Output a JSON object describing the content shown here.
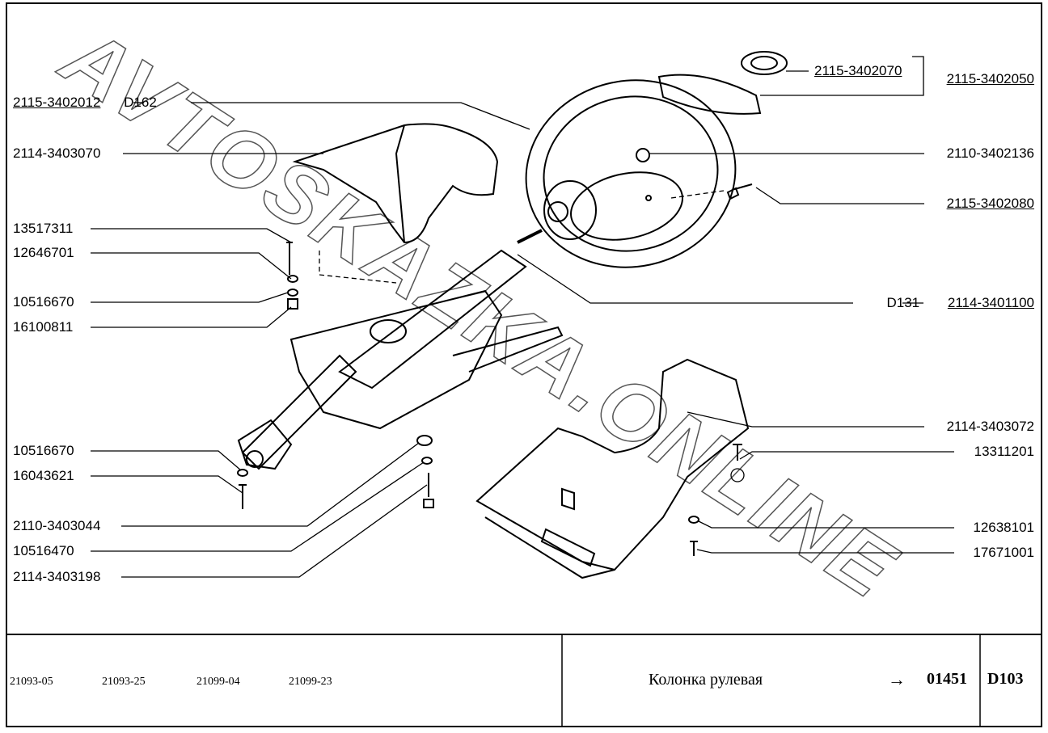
{
  "watermark": "AVTOSKAZKA.ONLINE",
  "callouts_left": [
    {
      "code": "2115-3402012",
      "ref": "D162",
      "underlined": true
    },
    {
      "code": "2114-3403070"
    },
    {
      "code": "13517311"
    },
    {
      "code": "12646701"
    },
    {
      "code": "10516670"
    },
    {
      "code": "16100811"
    },
    {
      "code": "10516670"
    },
    {
      "code": "16043621"
    },
    {
      "code": "2110-3403044"
    },
    {
      "code": "10516470"
    },
    {
      "code": "2114-3403198"
    }
  ],
  "callouts_right": [
    {
      "code": "2115-3402070",
      "underlined": true
    },
    {
      "code": "2115-3402050",
      "underlined": true
    },
    {
      "code": "2110-3402136"
    },
    {
      "code": "2115-3402080",
      "underlined": true
    },
    {
      "ref": "D131",
      "code": "2114-3401100",
      "underlined": true
    },
    {
      "code": "2114-3403072"
    },
    {
      "code": "13311201"
    },
    {
      "code": "12638101"
    },
    {
      "code": "17671001"
    }
  ],
  "footer": {
    "models": [
      "21093-05",
      "21093-25",
      "21099-04",
      "21099-23"
    ],
    "title": "Колонка рулевая",
    "arrow": "→",
    "group_code": "01451",
    "page_code": "D103"
  }
}
